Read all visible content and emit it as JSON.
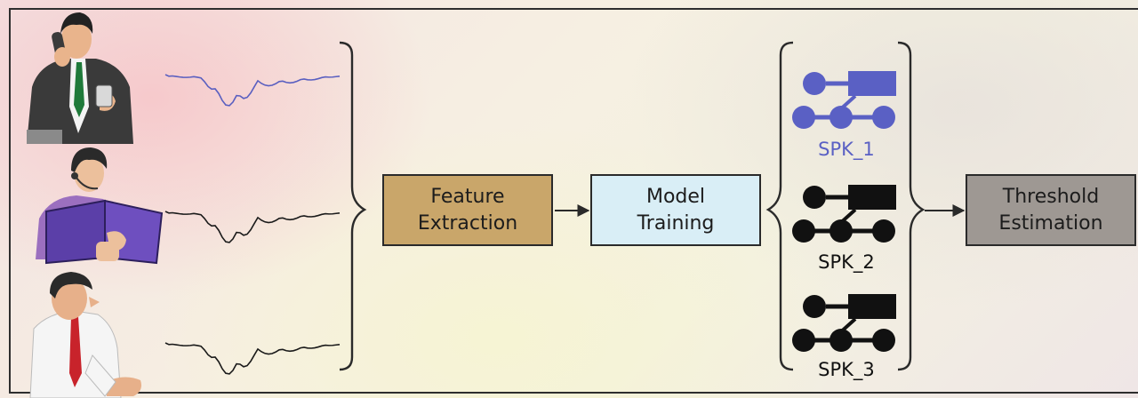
{
  "stages": {
    "feature_extraction": "Feature\nExtraction",
    "model_training": "Model\nTraining",
    "threshold_estimation": "Threshold\nEstimation"
  },
  "speaker_models": [
    {
      "label": "SPK_1"
    },
    {
      "label": "SPK_2"
    },
    {
      "label": "SPK_3"
    }
  ],
  "speakers": [
    {
      "icon": "speaker-on-phone-icon"
    },
    {
      "icon": "speaker-with-headset-reading-icon"
    },
    {
      "icon": "speaker-talking-icon"
    }
  ],
  "colors": {
    "feature_box": "#c9a66a",
    "model_box": "#d9eef6",
    "threshold_box": "#9e9893",
    "spk1_model": "#5a60c4",
    "waveform_1": "#5a5fc0",
    "waveform_other": "#1a1a1a"
  }
}
